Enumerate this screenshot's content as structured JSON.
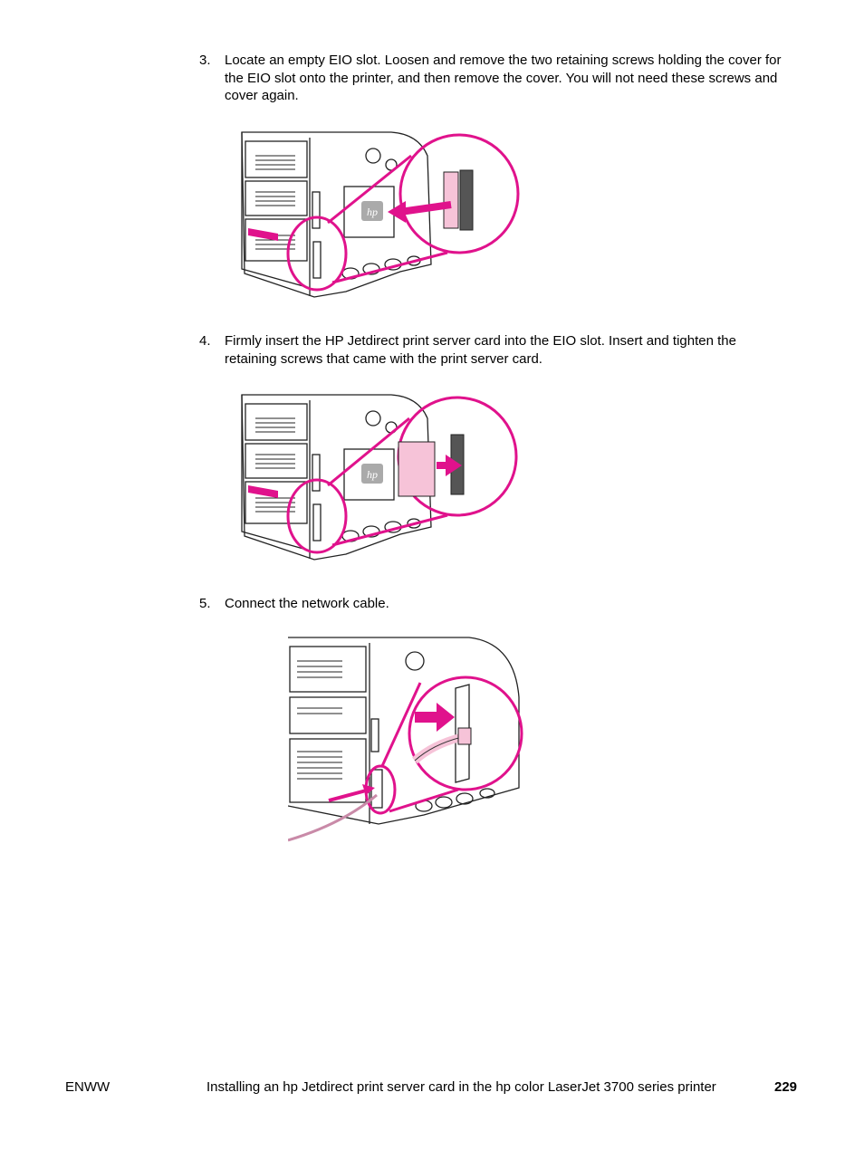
{
  "steps": [
    {
      "num": "3.",
      "text": "Locate an empty EIO slot. Loosen and remove the two retaining screws holding the cover for the EIO slot onto the printer, and then remove the cover. You will not need these screws and cover again."
    },
    {
      "num": "4.",
      "text": "Firmly insert the HP Jetdirect print server card into the EIO slot. Insert and tighten the retaining screws that came with the print server card."
    },
    {
      "num": "5.",
      "text": "Connect the network cable."
    }
  ],
  "footer": {
    "left": "ENWW",
    "center": "Installing an hp Jetdirect print server card in the hp color LaserJet 3700 series printer",
    "page": "229"
  },
  "colors": {
    "accent": "#e0128c",
    "accent_light": "#f6c3d8"
  },
  "figures": [
    {
      "icon": "printer-remove-cover-illustration"
    },
    {
      "icon": "printer-insert-card-illustration"
    },
    {
      "icon": "printer-connect-cable-illustration"
    }
  ]
}
